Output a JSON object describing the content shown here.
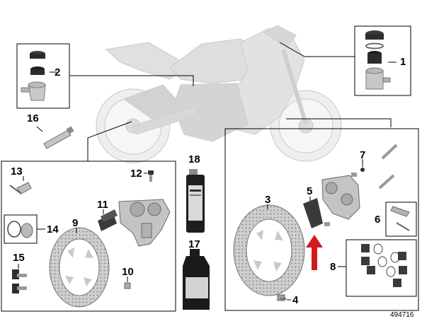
{
  "callouts": {
    "n1": "1",
    "n2": "2",
    "n3": "3",
    "n4": "4",
    "n5": "5",
    "n6": "6",
    "n7": "7",
    "n8": "8",
    "n9": "9",
    "n10": "10",
    "n11": "11",
    "n12": "12",
    "n13": "13",
    "n14": "14",
    "n15": "15",
    "n16": "16",
    "n17": "17",
    "n18": "18"
  },
  "diagram_id": "494716",
  "colors": {
    "line": "#000000",
    "ghost_bike": "#d9d9d9",
    "part_fill": "#c4c4c4",
    "part_dark": "#3a3a3a",
    "arrow_red": "#d01c1c"
  },
  "icons": [
    "motorcycle-silhouette",
    "brake-fluid-reservoir",
    "cap-kit",
    "grease-tube",
    "brake-disc",
    "brake-caliper",
    "brake-pads",
    "bleed-valve",
    "wheel-bolt",
    "spray-can",
    "oil-bottle",
    "seal-kit",
    "pin-kit",
    "spring-clip"
  ]
}
